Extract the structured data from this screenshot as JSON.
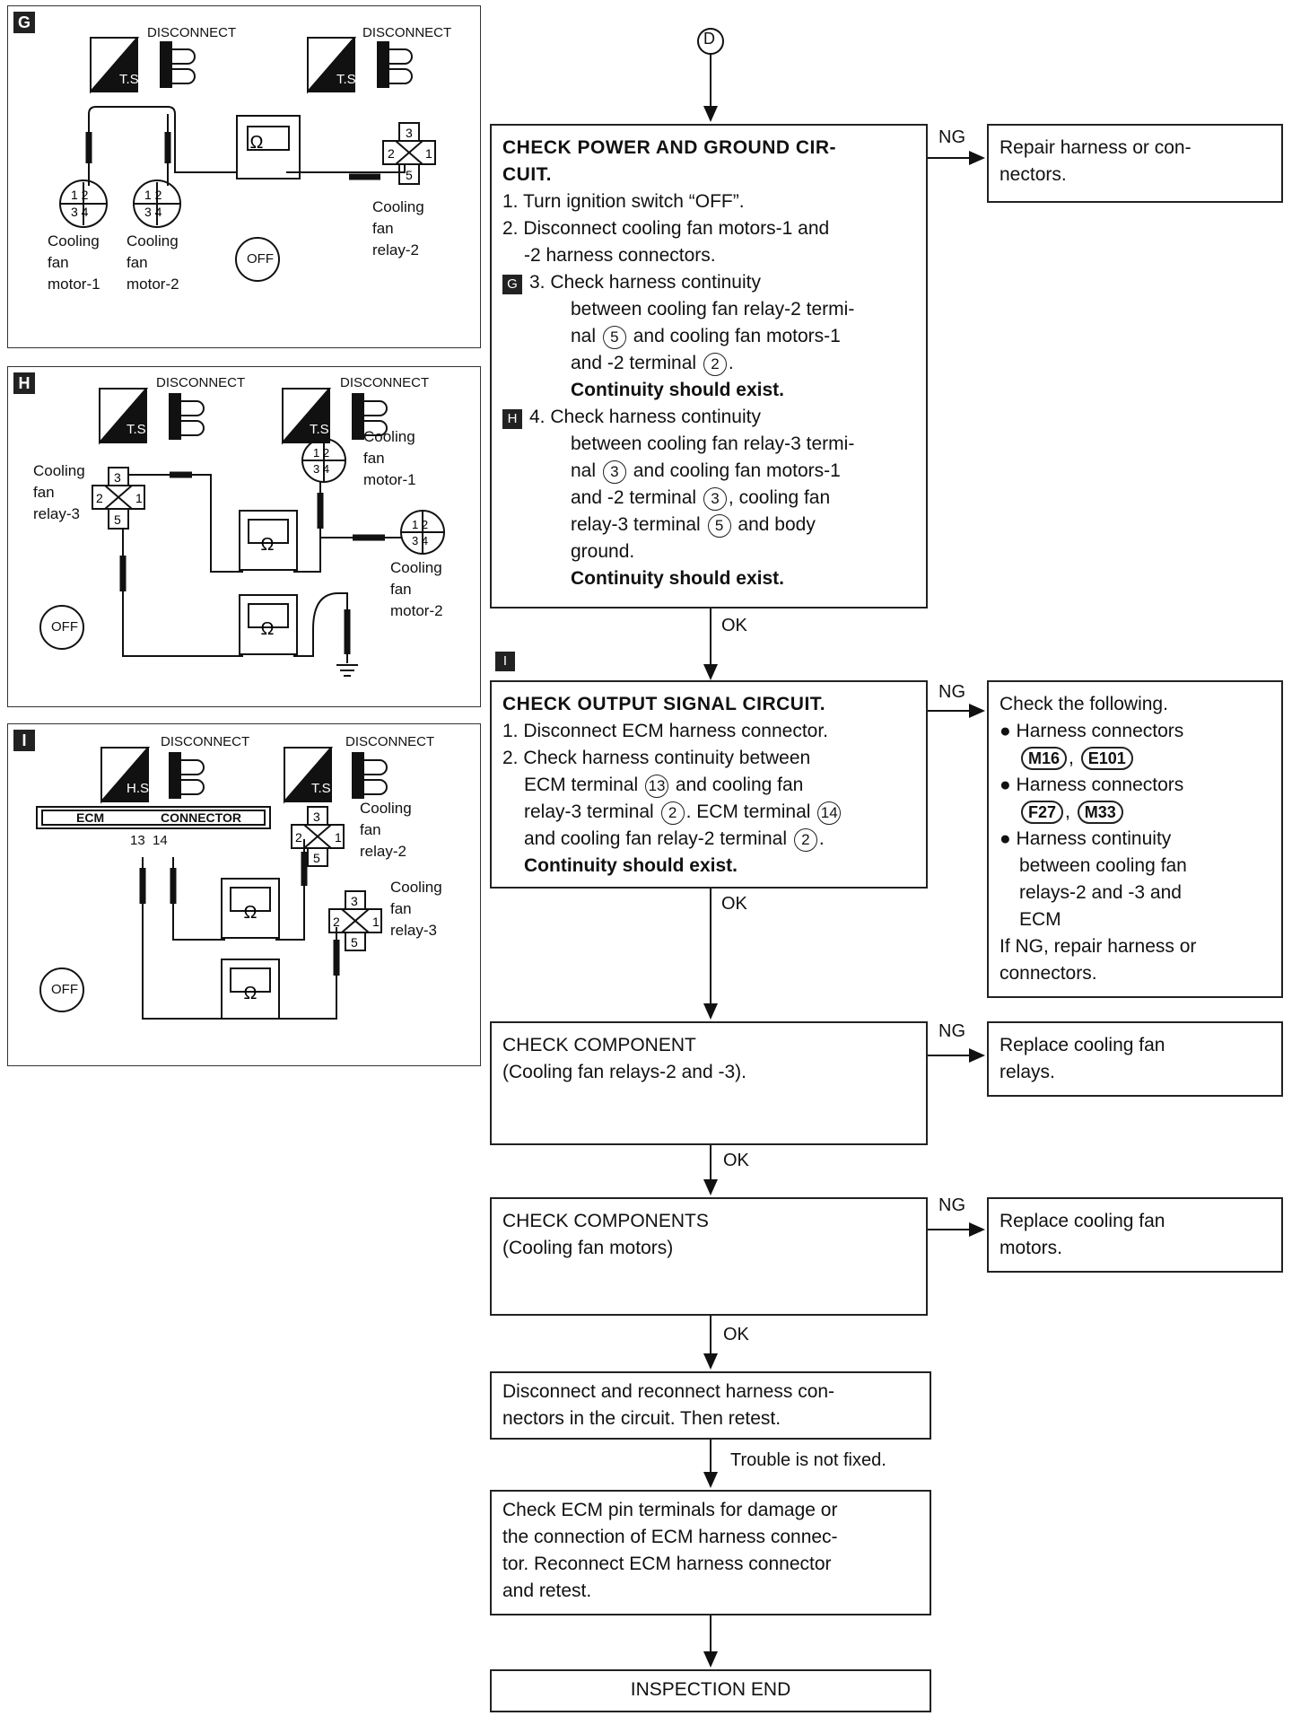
{
  "panels": {
    "g": {
      "label": "G",
      "disconnect": "DISCONNECT",
      "ts": "T.S",
      "motor1": [
        "Cooling",
        "fan",
        "motor-1"
      ],
      "motor2": [
        "Cooling",
        "fan",
        "motor-2"
      ],
      "relay": [
        "Cooling",
        "fan",
        "relay-2"
      ],
      "off": "OFF"
    },
    "h": {
      "label": "H",
      "disconnect": "DISCONNECT",
      "ts": "T.S",
      "relay": [
        "Cooling",
        "fan",
        "relay-3"
      ],
      "motor1": [
        "Cooling",
        "fan",
        "motor-1"
      ],
      "motor2": [
        "Cooling",
        "fan",
        "motor-2"
      ],
      "off": "OFF"
    },
    "i": {
      "label": "I",
      "disconnect": "DISCONNECT",
      "hs": "H.S",
      "ts": "T.S",
      "ecm": "ECM",
      "connector": "CONNECTOR",
      "pins": "13  14",
      "relay2": [
        "Cooling",
        "fan",
        "relay-2"
      ],
      "relay3": [
        "Cooling",
        "fan",
        "relay-3"
      ],
      "off": "OFF"
    }
  },
  "flow": {
    "start": "D",
    "box1": {
      "title": "CHECK POWER AND GROUND CIR-",
      "title2": "CUIT.",
      "s1": "1. Turn ignition switch “OFF”.",
      "s2a": "2. Disconnect cooling fan motors-1 and",
      "s2b": "-2 harness connectors.",
      "g": "G",
      "s3a": "3. Check harness continuity",
      "s3b": "between cooling fan relay-2 termi-",
      "s3c1": "nal",
      "s3c2": "and cooling fan motors-1",
      "s3d1": "and -2 terminal",
      "s3d2": ".",
      "cont": "Continuity should exist.",
      "h": "H",
      "s4a": "4. Check harness continuity",
      "s4b": "between cooling fan relay-3 termi-",
      "s4c1": "nal",
      "s4c2": "and cooling fan motors-1",
      "s4d1": "and -2 terminal",
      "s4d2": ", cooling fan",
      "s4e1": "relay-3 terminal",
      "s4e2": "and body",
      "s4f": "ground.",
      "cont2": "Continuity should exist.",
      "n5": "5",
      "n2": "2",
      "n3": "3"
    },
    "ng1": "Repair harness or con-",
    "ng1b": "nectors.",
    "ok": "OK",
    "ng": "NG",
    "i": "I",
    "box2": {
      "title": "CHECK OUTPUT SIGNAL CIRCUIT.",
      "s1": "1. Disconnect ECM harness connector.",
      "s2a": "2. Check harness continuity between",
      "s2b1": "ECM terminal",
      "s2b2": "and cooling fan",
      "s2c1": "relay-3 terminal",
      "s2c2": ". ECM terminal",
      "s2d1": "and cooling fan relay-2 terminal",
      "s2d2": ".",
      "cont": "Continuity should exist.",
      "n13": "13",
      "n14": "14",
      "n2": "2"
    },
    "ng2": {
      "head": "Check the following.",
      "b1": "Harness connectors",
      "c1": "M16",
      "c2": "E101",
      "b2": "Harness connectors",
      "c3": "F27",
      "c4": "M33",
      "b3a": "Harness continuity",
      "b3b": "between cooling fan",
      "b3c": "relays-2 and -3 and",
      "b3d": "ECM",
      "tail1": "If NG, repair harness or",
      "tail2": "connectors."
    },
    "box3": {
      "a": "CHECK COMPONENT",
      "b": "(Cooling fan relays-2 and -3)."
    },
    "ng3": {
      "a": "Replace cooling fan",
      "b": "relays."
    },
    "box4": {
      "a": "CHECK COMPONENTS",
      "b": "(Cooling fan motors)"
    },
    "ng4": {
      "a": "Replace cooling fan",
      "b": "motors."
    },
    "box5": {
      "a": "Disconnect and reconnect harness con-",
      "b": "nectors in the circuit. Then retest."
    },
    "trouble": "Trouble is not fixed.",
    "box6": {
      "a": "Check ECM pin terminals for damage or",
      "b": "the connection of ECM harness connec-",
      "c": "tor. Reconnect ECM harness connector",
      "d": "and retest."
    },
    "end": "INSPECTION END"
  }
}
